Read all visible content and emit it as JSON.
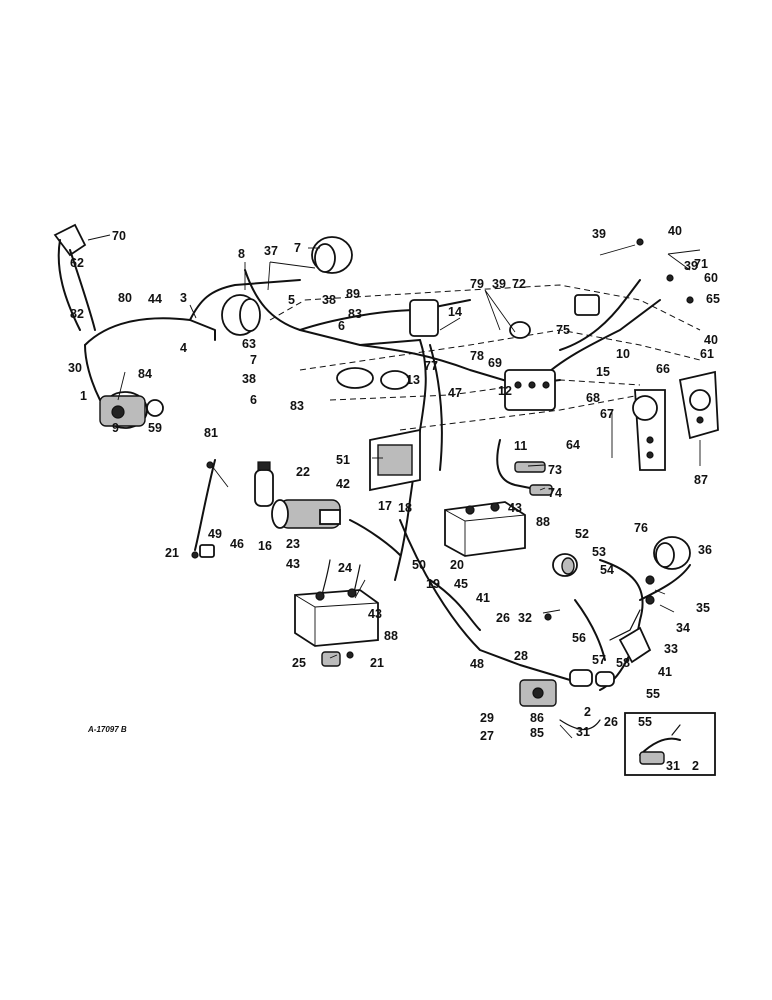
{
  "drawing_ref": "A-17097 B",
  "callouts": [
    "70",
    "62",
    "80",
    "82",
    "44",
    "3",
    "4",
    "30",
    "8",
    "37",
    "7",
    "5",
    "38",
    "89",
    "6",
    "83",
    "63",
    "84",
    "1",
    "9",
    "59",
    "14",
    "77",
    "13",
    "47",
    "79",
    "39",
    "72",
    "75",
    "78",
    "69",
    "12",
    "68",
    "15",
    "67",
    "11",
    "64",
    "73",
    "74",
    "71",
    "40",
    "60",
    "65",
    "10",
    "61",
    "66",
    "76",
    "87",
    "81",
    "22",
    "46",
    "16",
    "49",
    "21",
    "23",
    "43",
    "24",
    "42",
    "51",
    "17",
    "18",
    "50",
    "20",
    "19",
    "88",
    "45",
    "41",
    "25",
    "52",
    "53",
    "54",
    "36",
    "35",
    "32",
    "34",
    "33",
    "56",
    "57",
    "58",
    "26",
    "28",
    "55",
    "48",
    "86",
    "29",
    "27",
    "85",
    "31",
    "2"
  ]
}
